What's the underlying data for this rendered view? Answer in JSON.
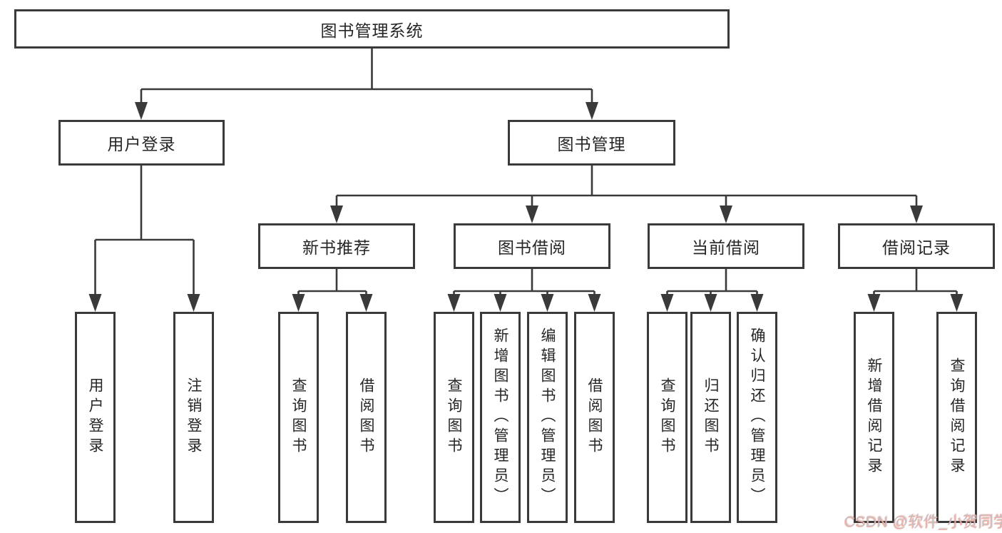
{
  "root": {
    "label": "图书管理系统"
  },
  "branches": [
    {
      "label": "用户登录",
      "children": [
        {
          "label": "用户登录"
        },
        {
          "label": "注销登录"
        }
      ]
    },
    {
      "label": "图书管理",
      "children": [
        {
          "label": "新书推荐",
          "children": [
            {
              "label": "查询图书"
            },
            {
              "label": "借阅图书"
            }
          ]
        },
        {
          "label": "图书借阅",
          "children": [
            {
              "label": "查询图书"
            },
            {
              "label": "新增图书（管理员）"
            },
            {
              "label": "编辑图书（管理员）"
            },
            {
              "label": "借阅图书"
            }
          ]
        },
        {
          "label": "当前借阅",
          "children": [
            {
              "label": "查询图书"
            },
            {
              "label": "归还图书"
            },
            {
              "label": "确认归还（管理员）"
            }
          ]
        },
        {
          "label": "借阅记录",
          "children": [
            {
              "label": "新增借阅记录"
            },
            {
              "label": "查询借阅记录"
            }
          ]
        }
      ]
    }
  ],
  "watermark": "CSDN @软件_小贺同学",
  "colors": {
    "line": "#3a3a3a",
    "box_border": "#3a3a3a",
    "text": "#262626",
    "background": "#ffffff",
    "watermark_gray": "#c7c1c7",
    "watermark_red": "#fc5531"
  }
}
